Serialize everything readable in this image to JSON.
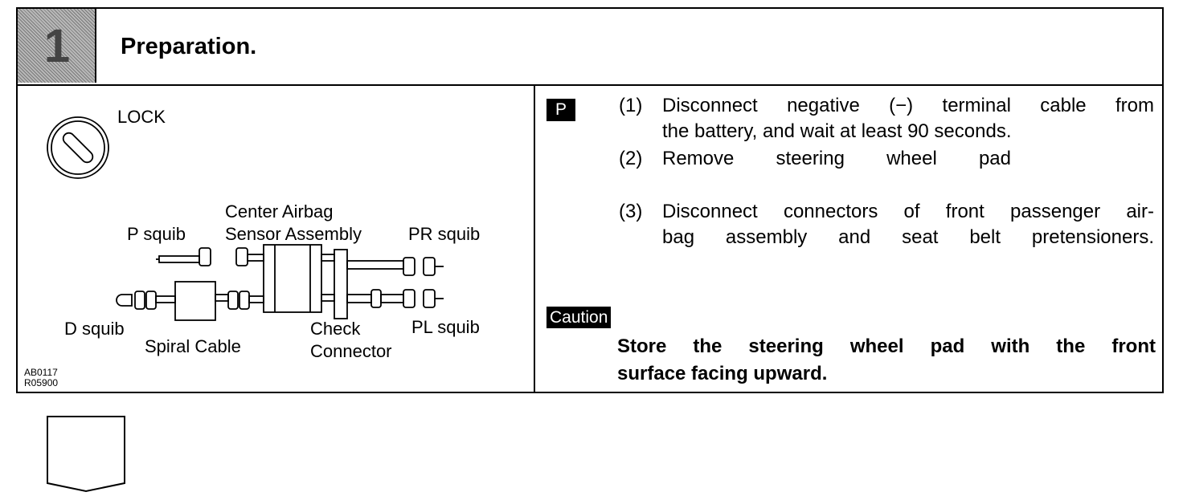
{
  "step": {
    "number": "1",
    "title": "Preparation."
  },
  "diagram": {
    "lock_label": "LOCK",
    "labels": {
      "center_airbag_line1": "Center Airbag",
      "center_airbag_line2": "Sensor Assembly",
      "p_squib": "P squib",
      "pr_squib": "PR squib",
      "d_squib": "D squib",
      "spiral_cable": "Spiral Cable",
      "check_line1": "Check",
      "check_line2": "Connector",
      "pl_squib": "PL squib"
    },
    "codes": [
      "AB0117",
      "R05900"
    ]
  },
  "instructions": {
    "badge": "P",
    "steps": [
      {
        "num": "(1)",
        "lines": [
          "Disconnect negative (−) terminal cable from",
          "the battery, and wait at least 90 seconds."
        ]
      },
      {
        "num": "(2)",
        "lines": [
          "Remove steering wheel pad"
        ]
      },
      {
        "num": "(3)",
        "lines": [
          "Disconnect connectors of front passenger air-",
          "bag assembly and seat belt pretensioners."
        ]
      }
    ],
    "caution_label": "Caution",
    "caution_lines": [
      "Store the steering wheel pad with the front",
      "surface facing upward."
    ]
  }
}
